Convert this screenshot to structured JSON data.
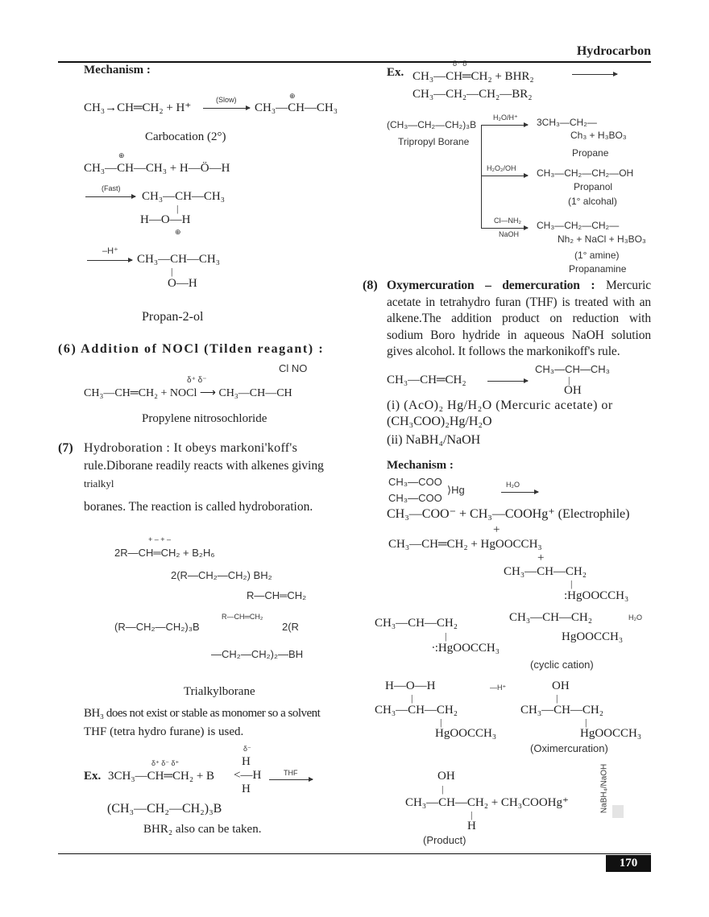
{
  "header": {
    "section": "Hydrocarbon",
    "page_number": "170"
  },
  "left": {
    "mech_title": "Mechanism :",
    "eq1_lhs": "CH₃→CH═CH₂ + H⁺",
    "eq1_cond": "(Slow)",
    "eq1_plus": "⊕",
    "eq1_rhs": "CH₃—CH—CH₃",
    "carbocation": "Carbocation (2°)",
    "eq2_plus": "⊕",
    "eq2": "CH₃—CH—CH₃ + H—Ö—H",
    "eq3_cond": "(Fast)",
    "eq3": "CH₃—CH—CH₃",
    "eq3_bond": "|",
    "eq3_b": "H—O—H",
    "eq3_plus": "⊕",
    "eq4_cond": "–H⁺",
    "eq4": "CH₃—CH—CH₃",
    "eq4_bond": "|",
    "eq4_b": "O—H",
    "propan2ol": "Propan-2-ol",
    "sec6": "(6)  Addition of NOCl (Tilden reagant) :",
    "sec6_top": "Cl      NO",
    "sec6_bonds": "|          |",
    "sec6_delta": "δ⁺  δ⁻",
    "sec6_eq": "CH₃—CH═CH₂ + NOCl ⟶ CH₃—CH—CH",
    "sec6_name": "Propylene nitrosochloride",
    "sec7_num": "(7)",
    "sec7_l1": "Hydroboration : It obeys markoni'koff's",
    "sec7_l2": "rule.Diborane readily reacts with alkenes giving",
    "sec7_l3": "trialkyl",
    "sec7_l4": "boranes. The reaction is called hydroboration.",
    "hb_charges": "+           –          +   –",
    "hb1": "2R—CH═CH₂ + B₂H₆",
    "hb2": "2(R—CH₂—CH₂) BH₂",
    "hb3": "R—CH═CH₂",
    "hb4_small": "R—CH═CH₂",
    "hb4": "(R—CH₂—CH₂)₃B",
    "hb4_r": "2(R",
    "hb5": "—CH₂—CH₂)₂—BH",
    "trialkylborane": "Trialkylborane",
    "bh3_l1": "BH₃ does not exist or stable as monomer so a solvent",
    "bh3_l2": "THF (tetra hydro furane) is used.",
    "ex_label": "Ex.",
    "ex_delta_top": "δ⁻",
    "ex_deltas": "δ⁺       δ⁻       δ⁺",
    "ex_eq": "3CH₃—CH═CH₂ + B",
    "ex_h_top": "H",
    "ex_h_mid": "<—H",
    "ex_h_bot": "H",
    "ex_cond": "THF",
    "ex_prod": "(CH₃—CH₂—CH₂)₃B",
    "ex_note": "BHR₂ also can be taken."
  },
  "right": {
    "ex_label": "Ex.",
    "ex_deltas": "δ⁺       δ⁻",
    "ex_eq1": "CH₃—CH═CH₂ + BHR₂",
    "ex_eq2": "CH₃—CH₂—CH₂—BR₂",
    "tpb": "(CH₃—CH₂—CH₂)₃B",
    "tpb_name": "Tripropyl Borane",
    "b1_cond": "H₂O/H⁺",
    "b1_prod1": "3CH₃—CH₂—",
    "b1_prod2": "Ch₃ + H₃BO₃",
    "b1_name": "Propane",
    "b2_cond": "H₂O₂/OH",
    "b2_prod": "CH₃—CH₂—CH₂—OH",
    "b2_name": "Propanol",
    "b2_type": "(1° alcohal)",
    "b3_cond1": "Cl—NH₂",
    "b3_cond2": "NaOH",
    "b3_prod1": "CH₃—CH₂—CH₂—",
    "b3_prod2": "Nh₂ + NaCl + H₃BO₃",
    "b3_type": "(1° amine)",
    "b3_name": "Propanamine",
    "sec8_num": "(8)",
    "sec8_text": "Oxymercuration – demercuration : Mercuric acetate in tetrahydro furan (THF) is treated with an alkene.The addition product on reduction with sodium Boro hydride in aqueous NaOH solution gives alcohol. It follows the markonikoff's rule.",
    "sec8_bold": "Oxymercuration – demercuration :",
    "om_rhs": "CH₃—CH—CH₃",
    "om_bond": "|",
    "om_oh": "OH",
    "om_lhs": "CH₃—CH═CH₂",
    "reag1": "(i)  (AcO)₂ Hg/H₂O (Mercuric acetate) or",
    "reag2": "(CH₃COO)₂Hg/H₂O",
    "reag3": "(ii)  NaBH₄/NaOH",
    "mech_title": "Mechanism :",
    "m1a": "CH₃—COO",
    "m1b": "CH₃—COO",
    "m1hg": "⟩Hg",
    "m1cond": "H₂O",
    "m2": "CH₃—COO⁻ + CH₃—COOHg⁺ (Electrophile)",
    "m3_plus": "+",
    "m3": "CH₃—CH═CH₂ + HgOOCCH₃",
    "m4_plus": "+",
    "m4": "CH₃—CH—CH₂",
    "m4_bond": "|",
    "m4_hg": ":HgOOCCH₃",
    "m5": "CH₃—CH—CH₂",
    "m5_bond": "|",
    "m5_hg": "∙:HgOOCCH₃",
    "m6": "CH₃—CH—CH₂",
    "m6_h2o": "H₂O",
    "m6_hg": "HgOOCCH₃",
    "m6_name": "(cyclic cation)",
    "m7_hoh": "H—O—H",
    "m7_bond": "|",
    "m7": "CH₃—CH—CH₂",
    "m7_bond2": "|",
    "m7_hg": "HgOOCCH₃",
    "m7_minus": "—H⁺",
    "m8_oh": "OH",
    "m8_bond": "|",
    "m8": "CH₃—CH—CH₂",
    "m8_bond2": "|",
    "m8_hg": "HgOOCCH₃",
    "m8_name": "(Oximercuration)",
    "m9_reag": "NaBH₄/NaOH",
    "p_oh": "OH",
    "p_bond": "|",
    "p_eq": "CH₃—CH—CH₂ + CH₃COOHg⁺",
    "p_bond2": "|",
    "p_h": "H",
    "p_name": "(Product)"
  }
}
